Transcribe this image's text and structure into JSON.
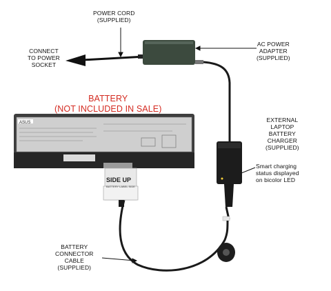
{
  "labels": {
    "power_cord": [
      "POWER CORD",
      "(SUPPLIED)"
    ],
    "connect": [
      "CONNECT",
      "TO POWER",
      "SOCKET"
    ],
    "ac_adapter": [
      "AC POWER",
      "ADAPTER",
      "(SUPPLIED)"
    ],
    "battery_title": [
      "BATTERY",
      "(NOT INCLUDED IN SALE)"
    ],
    "charger": [
      "EXTERNAL",
      "LAPTOP",
      "BATTERY",
      "CHARGER",
      "(SUPPLIED)"
    ],
    "led": [
      "Smart charging",
      "status displayed",
      "on bicolor LED"
    ],
    "cable": [
      "BATTERY",
      "CONNECTOR",
      "CABLE",
      "(SUPPLIED)"
    ]
  },
  "battery_print": {
    "brand": "ASUS",
    "side_label": "SIDE UP",
    "side_sub": "BATTERY LABEL SIDE"
  },
  "colors": {
    "red_text": "#d42a20",
    "adapter": "#3c4a3e",
    "cable": "#1a1a1a"
  }
}
